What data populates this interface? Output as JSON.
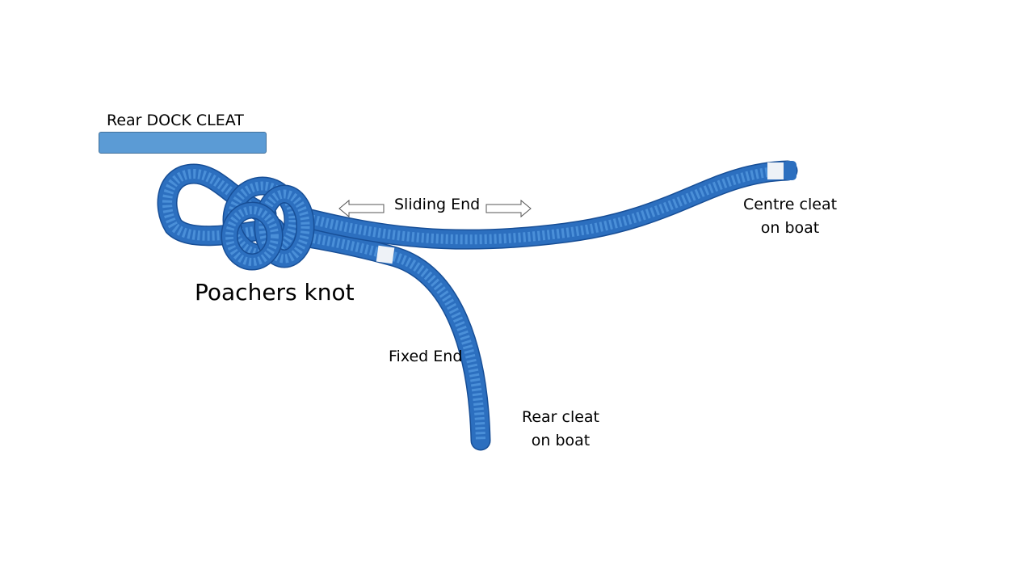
{
  "labels": {
    "dock_cleat": "Rear DOCK CLEAT",
    "sliding_end": "Sliding End",
    "centre_cleat": [
      "Centre cleat",
      "on boat"
    ],
    "knot_name": "Poachers knot",
    "fixed_end": "Fixed End",
    "rear_cleat": [
      "Rear cleat",
      "on boat"
    ]
  },
  "colors": {
    "cleat_fill": "#5b9bd5",
    "rope": "#2c6fbf",
    "rope_dark": "#174e96",
    "rope_light": "#4a8fd8"
  }
}
